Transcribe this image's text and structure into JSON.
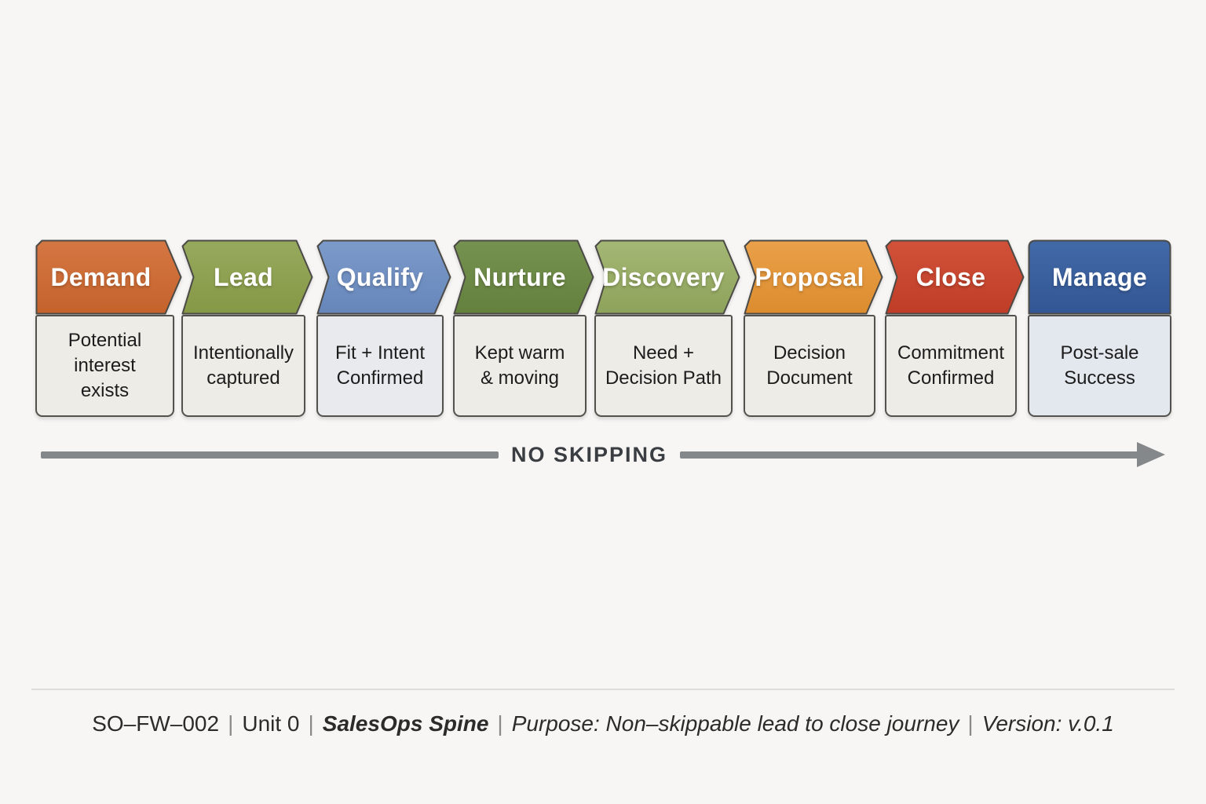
{
  "stages": [
    {
      "label": "Demand",
      "desc": "Potential\ninterest\nexists",
      "color_top": "#d57743",
      "color_bottom": "#c4622c"
    },
    {
      "label": "Lead",
      "desc": "Intentionally\ncaptured",
      "color_top": "#97a95d",
      "color_bottom": "#859846"
    },
    {
      "label": "Qualify",
      "desc": "Fit + Intent\nConfirmed",
      "color_top": "#7c9aca",
      "color_bottom": "#6686ba"
    },
    {
      "label": "Nurture",
      "desc": "Kept warm\n& moving",
      "color_top": "#769250",
      "color_bottom": "#64803d"
    },
    {
      "label": "Discovery",
      "desc": "Need +\nDecision Path",
      "color_top": "#a4b775",
      "color_bottom": "#8da25a"
    },
    {
      "label": "Proposal",
      "desc": "Decision\nDocument",
      "color_top": "#eaa049",
      "color_bottom": "#dc8c2e"
    },
    {
      "label": "Close",
      "desc": "Commitment\nConfirmed",
      "color_top": "#d15139",
      "color_bottom": "#bf3d27"
    },
    {
      "label": "Manage",
      "desc": "Post-sale\nSuccess",
      "color_top": "#4269a7",
      "color_bottom": "#335694"
    }
  ],
  "flow": {
    "label": "NO SKIPPING",
    "line_color": "#85888b",
    "text_color": "#3a3e43"
  },
  "footer": {
    "doc_id": "SO–FW–002",
    "unit": "Unit 0",
    "product": "SalesOps Spine",
    "purpose": "Purpose: Non–skippable lead to close journey",
    "version": "Version:  v.0.1",
    "sep": "|"
  }
}
